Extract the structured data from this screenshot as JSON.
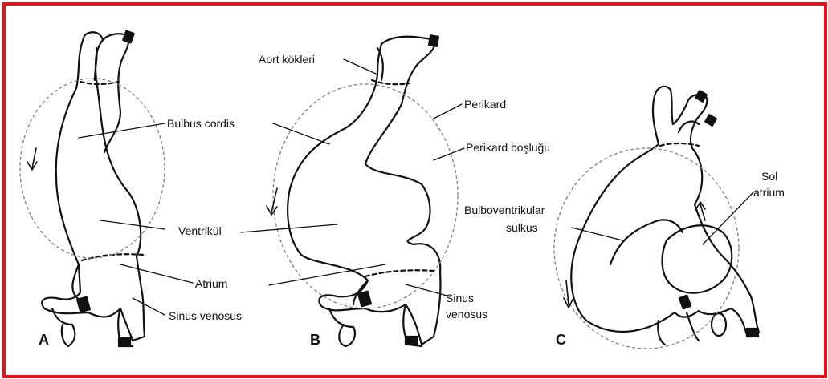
{
  "frame_color": "#e8141b",
  "panels": [
    "A",
    "B",
    "C"
  ],
  "labels": {
    "bulbus_cordis": "Bulbus cordis",
    "ventrikul": "Ventrikül",
    "atrium": "Atrium",
    "sinus_venosus_a": "Sinus venosus",
    "aort_kokleri": "Aort kökleri",
    "perikard": "Perikard",
    "perikard_boslugu": "Perikard boşluğu",
    "bulboventrikular_1": "Bulboventrikular",
    "bulboventrikular_2": "sulkus",
    "sinus_b_1": "Sinus",
    "sinus_b_2": "venosus",
    "sol_1": "Sol",
    "sol_2": "atrium"
  }
}
